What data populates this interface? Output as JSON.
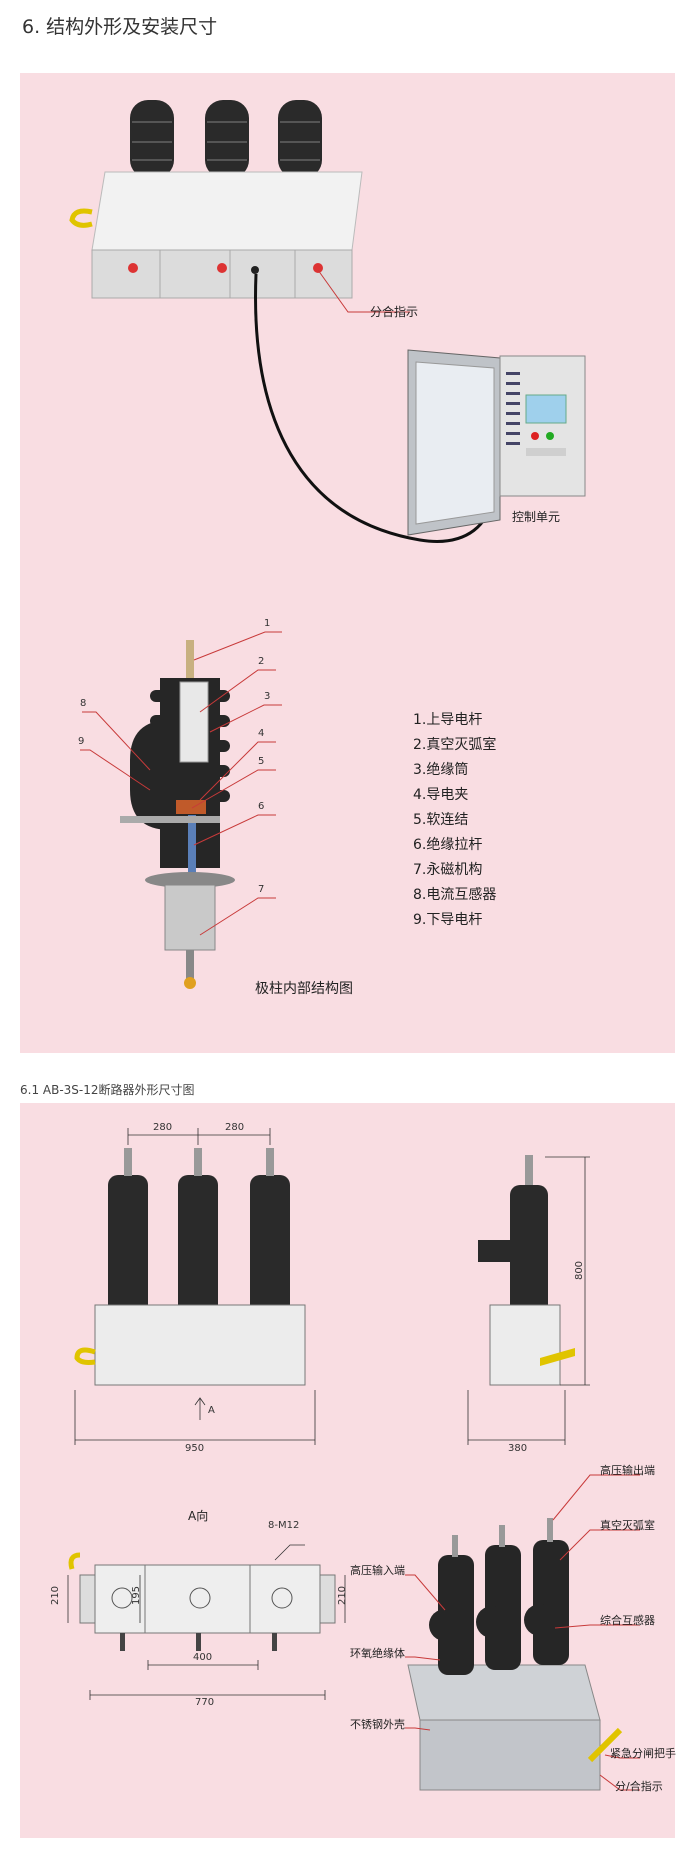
{
  "section_title": "6. 结构外形及安装尺寸",
  "fig1": {
    "label_indicator": "分合指示",
    "label_control_unit": "控制单元"
  },
  "fig2": {
    "numbers": [
      "1",
      "2",
      "3",
      "4",
      "5",
      "6",
      "7",
      "8",
      "9"
    ],
    "legend": [
      "1.上导电杆",
      "2.真空灭弧室",
      "3.绝缘筒",
      "4.导电夹",
      "5.软连结",
      "6.绝缘拉杆",
      "7.永磁机构",
      "8.电流互感器",
      "9.下导电杆"
    ],
    "caption": "极柱内部结构图"
  },
  "subsection_title": "6.1 AB-3S-12断路器外形尺寸图",
  "dims": {
    "pitch1": "280",
    "pitch2": "280",
    "width_front": "950",
    "arrow_a": "A",
    "height_side": "800",
    "depth_side": "380",
    "view_a": "A向",
    "bolt": "8-M12",
    "h_left": "210",
    "h_mid": "195",
    "h_right": "210",
    "w_inner": "400",
    "w_outer": "770"
  },
  "iso_labels": {
    "hv_out": "高压输出端",
    "vacuum": "真空灭弧室",
    "hv_in": "高压输入端",
    "ct": "综合互感器",
    "epoxy": "环氧绝缘体",
    "steel": "不锈钢外壳",
    "handle": "紧急分闸把手",
    "indicator": "分/合指示"
  },
  "colors": {
    "panel_bg": "#f9dde2",
    "leader_red": "#c83a3a",
    "insulator": "#262626"
  }
}
